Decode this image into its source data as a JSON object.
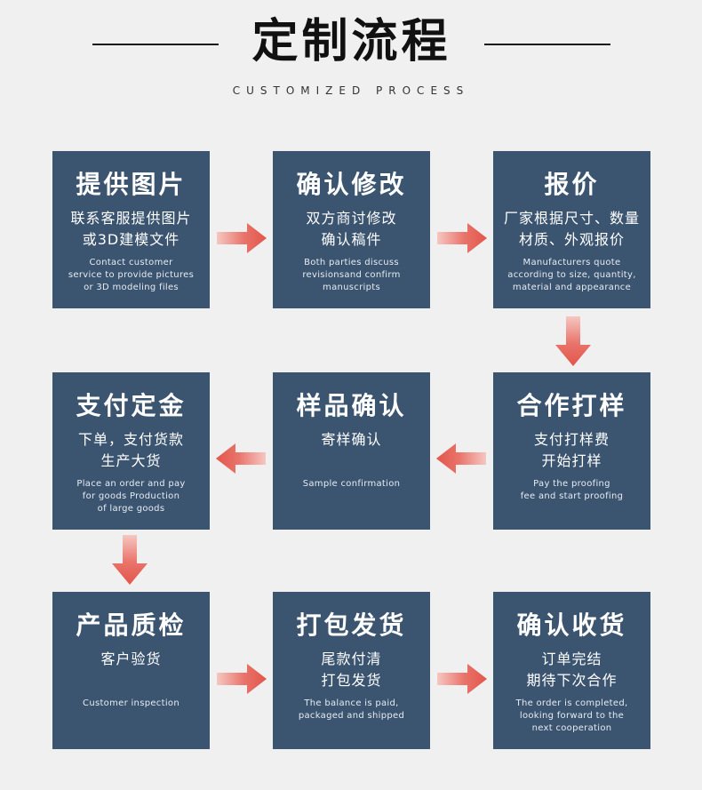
{
  "header": {
    "title": "定制流程",
    "subtitle": "CUSTOMIZED PROCESS"
  },
  "colors": {
    "box": "#3b5470",
    "arrow": "#e2564b",
    "background": "#f0f0f0"
  },
  "steps": [
    {
      "title": "提供图片",
      "cn": "联系客服提供图片\n或3D建模文件",
      "en": "Contact customer\nservice to provide pictures\nor 3D modeling files"
    },
    {
      "title": "确认修改",
      "cn": "双方商讨修改\n确认稿件",
      "en": "Both parties discuss\nrevisionsand confirm\nmanuscripts"
    },
    {
      "title": "报价",
      "cn": "厂家根据尺寸、数量\n材质、外观报价",
      "en": "Manufacturers quote\naccording to size, quantity,\nmaterial and appearance"
    },
    {
      "title": "支付定金",
      "cn": "下单，支付货款\n生产大货",
      "en": "Place an order and pay\nfor goods Production\nof large goods"
    },
    {
      "title": "样品确认",
      "cn": "寄样确认",
      "en": "Sample confirmation"
    },
    {
      "title": "合作打样",
      "cn": "支付打样费\n开始打样",
      "en": "Pay the proofing\nfee and start proofing"
    },
    {
      "title": "产品质检",
      "cn": "客户验货",
      "en": "Customer inspection"
    },
    {
      "title": "打包发货",
      "cn": "尾款付清\n打包发货",
      "en": "The balance is paid,\npackaged and shipped"
    },
    {
      "title": "确认收货",
      "cn": "订单完结\n期待下次合作",
      "en": "The order is completed,\nlooking forward to the\nnext cooperation"
    }
  ]
}
